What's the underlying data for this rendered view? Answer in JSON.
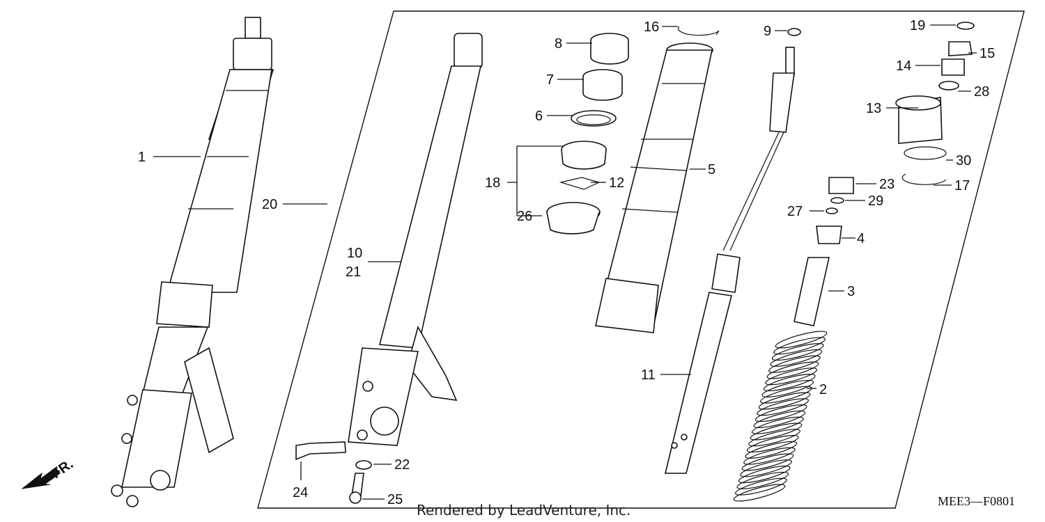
{
  "diagram": {
    "callouts": [
      {
        "id": "1",
        "label": "1"
      },
      {
        "id": "2",
        "label": "2"
      },
      {
        "id": "3",
        "label": "3"
      },
      {
        "id": "4",
        "label": "4"
      },
      {
        "id": "5",
        "label": "5"
      },
      {
        "id": "6",
        "label": "6"
      },
      {
        "id": "7",
        "label": "7"
      },
      {
        "id": "8",
        "label": "8"
      },
      {
        "id": "9",
        "label": "9"
      },
      {
        "id": "10",
        "label": "10"
      },
      {
        "id": "21",
        "label": "21"
      },
      {
        "id": "11",
        "label": "11"
      },
      {
        "id": "12",
        "label": "12"
      },
      {
        "id": "13",
        "label": "13"
      },
      {
        "id": "14",
        "label": "14"
      },
      {
        "id": "15",
        "label": "15"
      },
      {
        "id": "16",
        "label": "16"
      },
      {
        "id": "17",
        "label": "17"
      },
      {
        "id": "18",
        "label": "18"
      },
      {
        "id": "19",
        "label": "19"
      },
      {
        "id": "20",
        "label": "20"
      },
      {
        "id": "22",
        "label": "22"
      },
      {
        "id": "23",
        "label": "23"
      },
      {
        "id": "24",
        "label": "24"
      },
      {
        "id": "25",
        "label": "25"
      },
      {
        "id": "26",
        "label": "26"
      },
      {
        "id": "27",
        "label": "27"
      },
      {
        "id": "28",
        "label": "28"
      },
      {
        "id": "29",
        "label": "29"
      },
      {
        "id": "30",
        "label": "30"
      }
    ],
    "direction_label": "FR.",
    "diagram_code": "MEE3—F0801",
    "credit": "Rendered by LeadVenture, Inc."
  }
}
